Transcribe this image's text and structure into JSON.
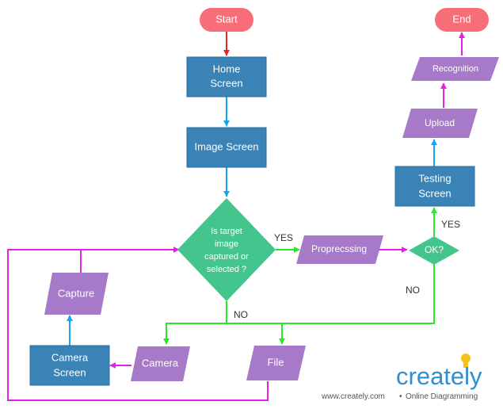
{
  "colors": {
    "terminator": "#f76e79",
    "process": "#3a83b7",
    "io": "#a779c9",
    "decision": "#45c58e",
    "arrow_red": "#e62424",
    "arrow_blue": "#12a7e8",
    "arrow_green": "#27e827",
    "arrow_magenta": "#e61ee6"
  },
  "nodes": {
    "start": "Start",
    "home_line1": "Home",
    "home_line2": "Screen",
    "image_screen": "Image Screen",
    "decision_line1": "Is target",
    "decision_line2": "image",
    "decision_line3": "captured or",
    "decision_line4": "selected ?",
    "preprocessing": "Proprecssing",
    "ok": "OK?",
    "testing_line1": "Testing",
    "testing_line2": "Screen",
    "upload": "Upload",
    "recognition": "Recognition",
    "end": "End",
    "capture": "Capture",
    "camera_screen_line1": "Camera",
    "camera_screen_line2": "Screen",
    "camera": "Camera",
    "file": "File"
  },
  "edge_labels": {
    "decision_yes": "YES",
    "decision_no": "NO",
    "ok_yes": "YES",
    "ok_no": "NO"
  },
  "branding": {
    "logo_text": "creately",
    "footer_url": "www.creately.com",
    "footer_separator": "•",
    "footer_tagline": "Online Diagramming"
  }
}
